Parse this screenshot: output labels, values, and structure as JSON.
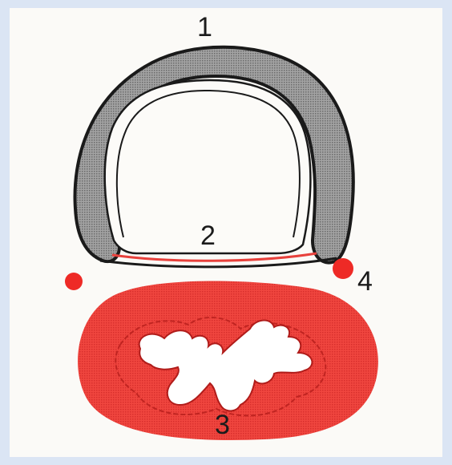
{
  "labels": {
    "one": "1",
    "two": "2",
    "three": "3",
    "four": "4"
  },
  "colors": {
    "cartilage": "#8e8e8e",
    "outline": "#1a1a1a",
    "red": "#ee3a37",
    "background": "#fbfaf7",
    "frame": "#dbe5f4"
  }
}
